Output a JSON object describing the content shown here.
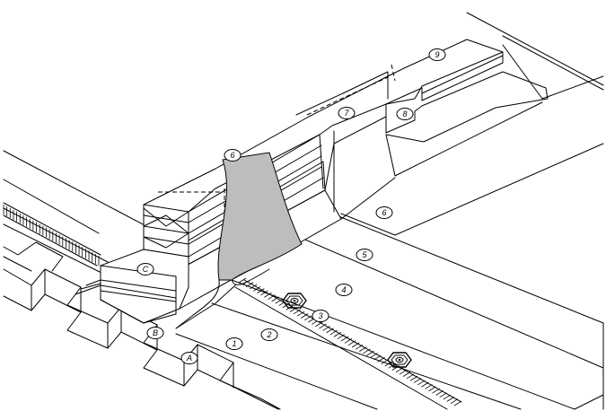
{
  "callouts": [
    {
      "id": "c-9",
      "text": "9"
    },
    {
      "id": "c-7",
      "text": "7"
    },
    {
      "id": "c-8",
      "text": "8"
    },
    {
      "id": "c-6a",
      "text": "6"
    },
    {
      "id": "c-6b",
      "text": "6"
    },
    {
      "id": "c-5",
      "text": "5"
    },
    {
      "id": "c-4",
      "text": "4"
    },
    {
      "id": "c-3",
      "text": "3"
    },
    {
      "id": "c-2",
      "text": "2"
    },
    {
      "id": "c-1",
      "text": "1"
    },
    {
      "id": "c-A",
      "text": "A"
    },
    {
      "id": "c-B",
      "text": "B"
    },
    {
      "id": "c-C",
      "text": "C"
    }
  ],
  "colors": {
    "line": "#000000",
    "shade": "#bdbdbd",
    "background": "#ffffff"
  },
  "fastener_icon": "hex-fastener-icon"
}
